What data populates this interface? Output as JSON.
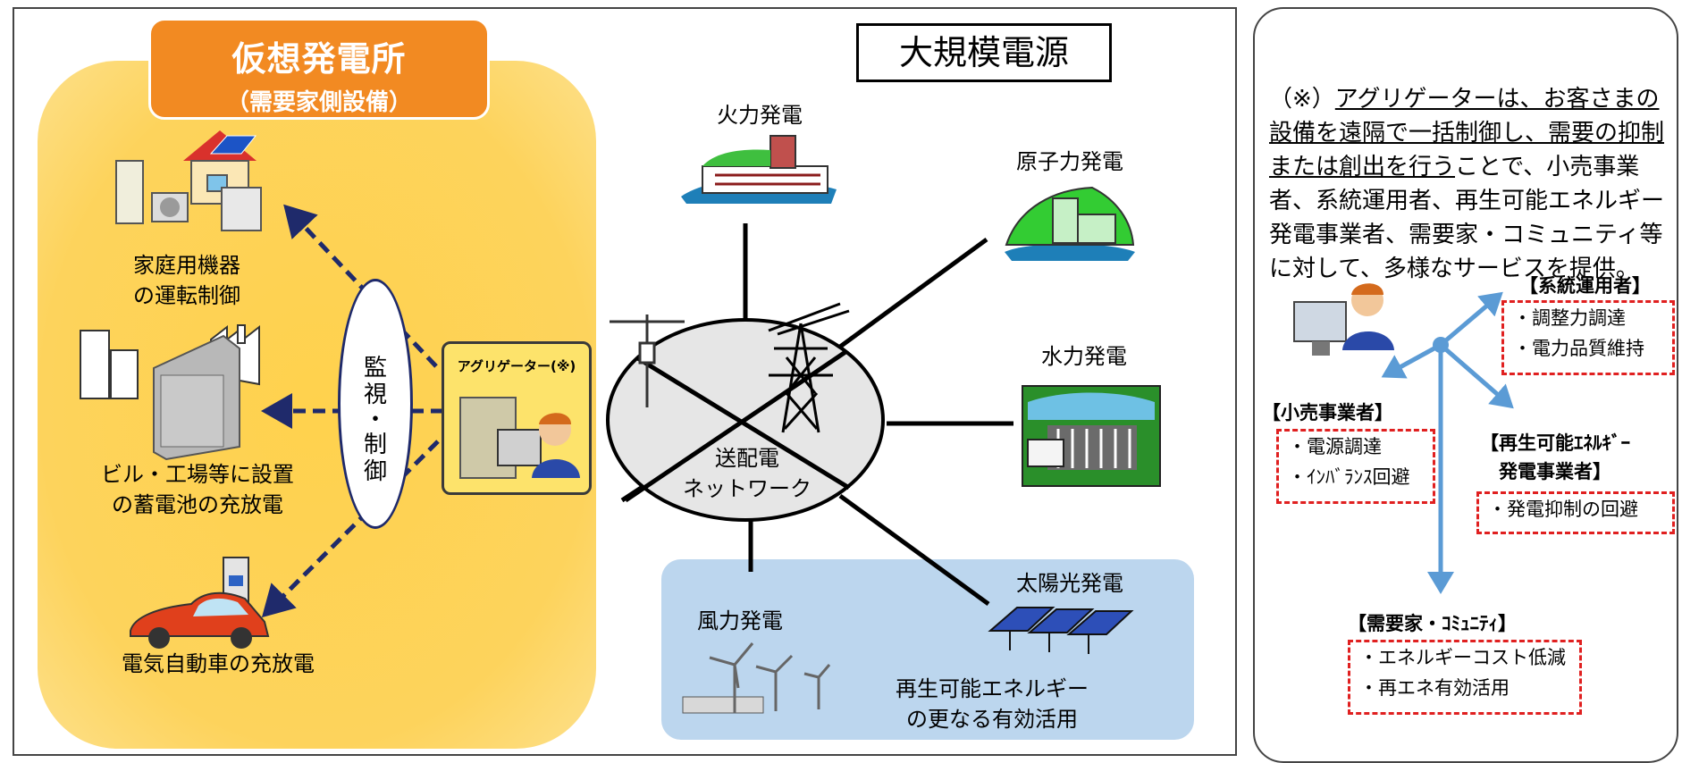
{
  "left_panel": {
    "vpp_title": "仮想発電所",
    "vpp_subtitle": "（需要家側設備）",
    "large_power": "大規模電源",
    "home_label_1": "家庭用機器",
    "home_label_2": "の運転制御",
    "building_label_1": "ビル・工場等に設置",
    "building_label_2": "の蓄電池の充放電",
    "ev_label": "電気自動車の充放電",
    "monitor_chars": [
      "監",
      "視",
      "・",
      "制",
      "御"
    ],
    "aggregator_label": "アグリゲーター(※)",
    "network_label_1": "送配電",
    "network_label_2": "ネットワーク",
    "thermal": "火力発電",
    "nuclear": "原子力発電",
    "hydro": "水力発電",
    "solar": "太陽光発電",
    "wind": "風力発電",
    "renewable_1": "再生可能エネルギー",
    "renewable_2": "の更なる有効活用"
  },
  "right_panel": {
    "note_lines": [
      {
        "text": "（※）",
        "u": false
      },
      {
        "text": "アグリゲーターは、お客さまの",
        "u": true
      },
      {
        "text": "設備を遠隔で一括制御し、需要の抑",
        "u": true
      },
      {
        "text": "制または創出を行う",
        "u": true
      },
      {
        "text": "ことで、小売事業者、系統運用者、再生可能エネルギー発電事業者、需要家・コミュニティ等に対して、多様なサービスを提供。",
        "u": false
      }
    ],
    "grid_operator": {
      "title": "【系統運用者】",
      "items": [
        "・調整力調達",
        "・電力品質維持"
      ]
    },
    "retailer": {
      "title": "【小売事業者】",
      "items": [
        "・電源調達",
        "・ｲﾝﾊﾞﾗﾝｽ回避"
      ]
    },
    "renewable_gen": {
      "title_1": "【再生可能ｴﾈﾙｷﾞｰ",
      "title_2": "発電事業者】",
      "items": [
        "・発電抑制の回避"
      ]
    },
    "consumer": {
      "title": "【需要家・ｺﾐｭﾆﾃｨ】",
      "items": [
        "・エネルギーコスト低減",
        "・再エネ有効活用"
      ]
    }
  },
  "colors": {
    "vpp_orange": "#f28a22",
    "vpp_yellow": "#fdd35c",
    "renewable_blue": "#bcd6ee",
    "arrow_navy": "#1f2a6b",
    "dash_red": "#e02020",
    "service_arrow_blue": "#5b9bd5"
  }
}
